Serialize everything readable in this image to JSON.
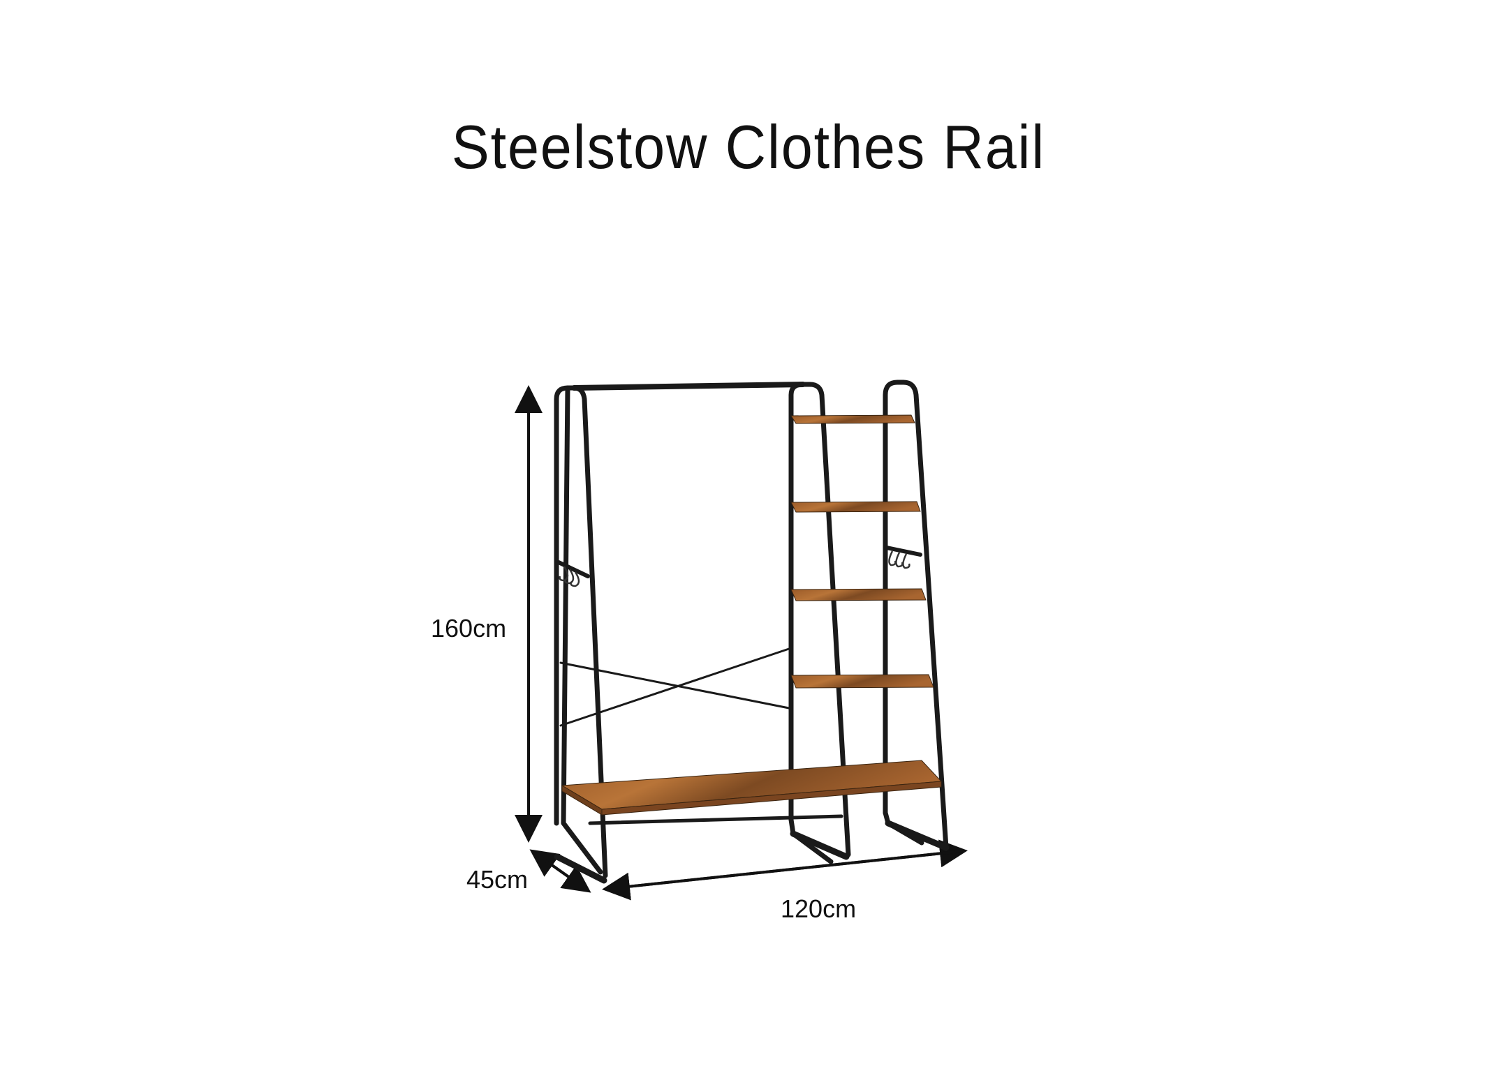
{
  "title": "Steelstow Clothes Rail",
  "dimensions": {
    "height": "160cm",
    "depth": "45cm",
    "width": "120cm"
  },
  "product": {
    "frame_color": "#1a1a1a",
    "wood_color": "#a0602c",
    "wood_dark": "#6e3f1c",
    "shelf_count_right": 5,
    "hooks_per_side": 3
  }
}
